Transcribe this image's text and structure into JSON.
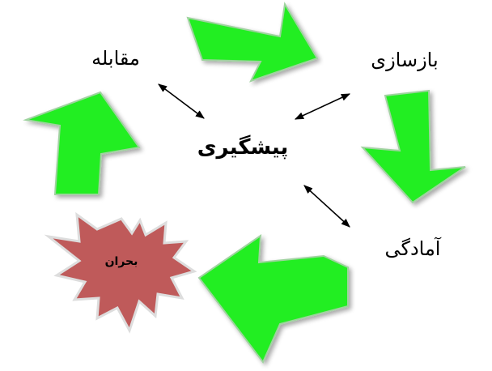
{
  "nodes": {
    "center": "پیشگیری",
    "top_left": "مقابله",
    "top_right": "بازسازی",
    "bottom_right": "آمادگی",
    "burst": "بحران"
  },
  "colors": {
    "arrow_fill": "#22ee22",
    "arrow_stroke": "#9fd39f",
    "burst_fill": "#bf5a5a",
    "burst_stroke": "#dddddd",
    "connector": "#000000",
    "text": "#000000"
  }
}
